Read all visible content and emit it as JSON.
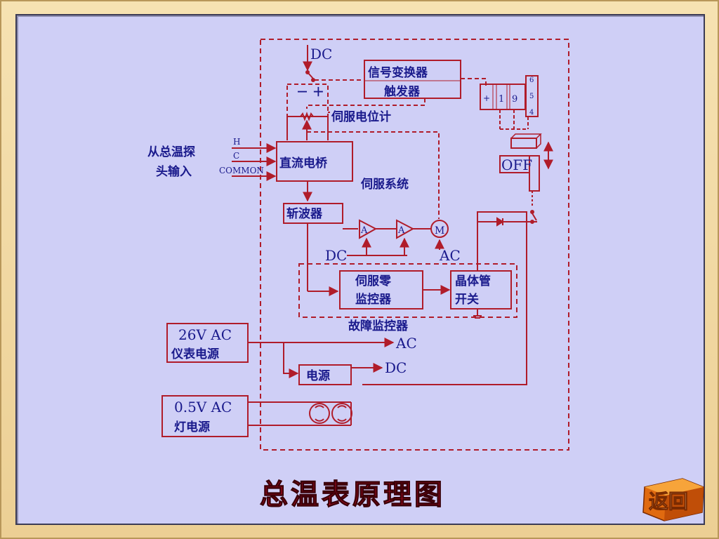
{
  "title": "总温表原理图",
  "back_button": {
    "label": "返回"
  },
  "diagram": {
    "dc_top": "DC",
    "minus_plus": "－ ＋",
    "signal_converter": "信号变换器",
    "trigger": "触发器",
    "servo_pot": "伺服电位计",
    "input_label_1": "从总温探",
    "input_label_2": "头输入",
    "h": "H",
    "c": "C",
    "common": "COMMON",
    "dc_bridge": "直流电桥",
    "servo_system": "伺服系统",
    "chopper": "斩波器",
    "amp_a1": "A",
    "amp_a2": "A",
    "motor": "M",
    "dc_amp": "DC",
    "ac_motor": "AC",
    "counter_plus": "+",
    "counter_digit_1": "1",
    "counter_digit_2": "9",
    "counter_side_6": "6",
    "counter_side_5": "5",
    "counter_side_4": "4",
    "off_flag": "OFF",
    "servo_zero_1": "伺服零",
    "servo_zero_2": "监控器",
    "transistor_1": "晶体管",
    "transistor_2": "开关",
    "fault_monitor": "故障监控器",
    "supply_26_1": "26V AC",
    "supply_26_2": "仪表电源",
    "ac_out": "AC",
    "power": "电源",
    "dc_out": "DC",
    "supply_05_1": "0.5V AC",
    "supply_05_2": "灯电源"
  },
  "colors": {
    "line": "#b01c2a",
    "text": "#1a1a8c",
    "panel": "#cfcff6",
    "title": "#d8102a"
  }
}
